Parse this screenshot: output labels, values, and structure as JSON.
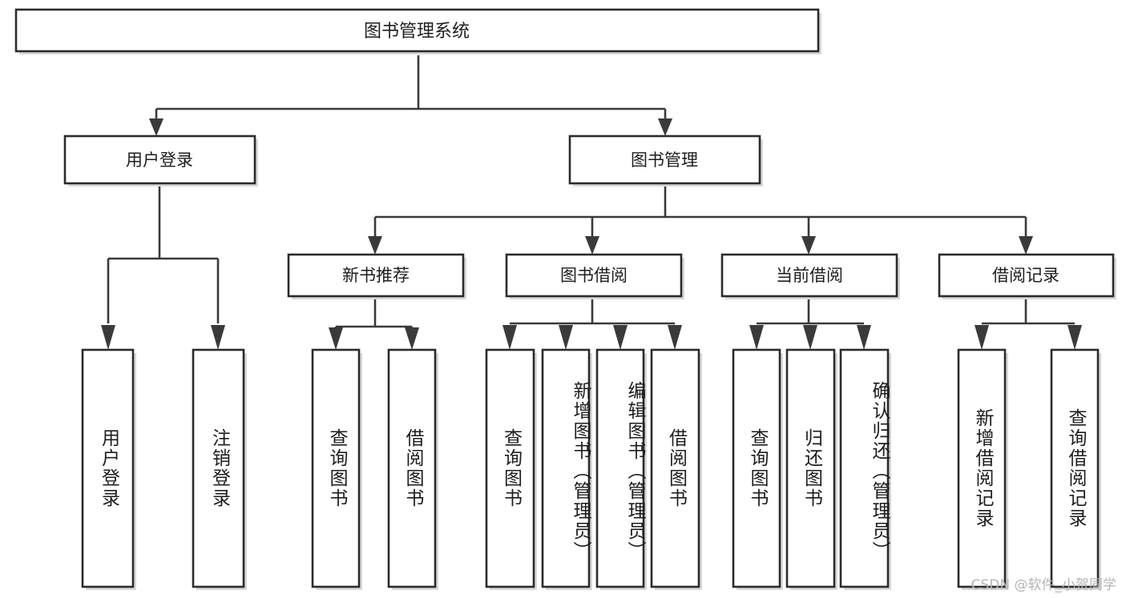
{
  "diagram": {
    "title": "图书管理系统",
    "type": "tree-hierarchy",
    "watermark": "CSDN @软件_小贺同学",
    "root": {
      "id": "root",
      "label": "图书管理系统"
    },
    "level2": [
      {
        "id": "user-login",
        "label": "用户登录"
      },
      {
        "id": "book-management",
        "label": "图书管理"
      }
    ],
    "level3": [
      {
        "id": "new-book-recommend",
        "label": "新书推荐",
        "parent": "book-management"
      },
      {
        "id": "book-borrow",
        "label": "图书借阅",
        "parent": "book-management"
      },
      {
        "id": "current-borrow",
        "label": "当前借阅",
        "parent": "book-management"
      },
      {
        "id": "borrow-record",
        "label": "借阅记录",
        "parent": "book-management"
      }
    ],
    "leaves": [
      {
        "id": "leaf-user-login",
        "label": "用户登录",
        "parent": "user-login"
      },
      {
        "id": "leaf-logout",
        "label": "注销登录",
        "parent": "user-login"
      },
      {
        "id": "leaf-query-book-1",
        "label": "查询图书",
        "parent": "new-book-recommend"
      },
      {
        "id": "leaf-borrow-book-1",
        "label": "借阅图书",
        "parent": "new-book-recommend"
      },
      {
        "id": "leaf-query-book-2",
        "label": "查询图书",
        "parent": "book-borrow"
      },
      {
        "id": "leaf-add-book",
        "label": "新增图书（管理员）",
        "parent": "book-borrow"
      },
      {
        "id": "leaf-edit-book",
        "label": "编辑图书（管理员）",
        "parent": "book-borrow"
      },
      {
        "id": "leaf-borrow-book-2",
        "label": "借阅图书",
        "parent": "book-borrow"
      },
      {
        "id": "leaf-query-book-3",
        "label": "查询图书",
        "parent": "current-borrow"
      },
      {
        "id": "leaf-return-book",
        "label": "归还图书",
        "parent": "current-borrow"
      },
      {
        "id": "leaf-confirm-return",
        "label": "确认归还（管理员）",
        "parent": "current-borrow"
      },
      {
        "id": "leaf-add-record",
        "label": "新增借阅记录",
        "parent": "borrow-record"
      },
      {
        "id": "leaf-query-record",
        "label": "查询借阅记录",
        "parent": "borrow-record"
      }
    ],
    "colors": {
      "box_stroke": "#2b2b2b",
      "box_fill": "#ffffff",
      "connector": "#3a3a3a",
      "text": "#1d1d1d",
      "watermark": "#b5b5b5",
      "background": "#ffffff"
    }
  }
}
